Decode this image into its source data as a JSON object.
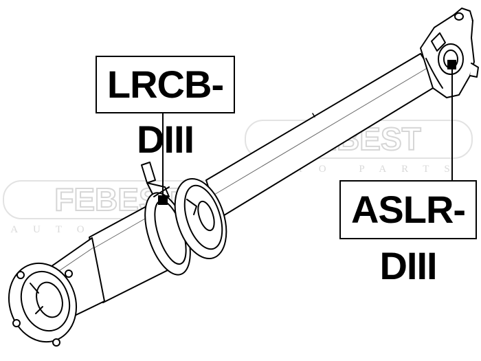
{
  "watermarks": [
    {
      "brand": "FEBEST",
      "subtitle": "AUTO PARTS"
    },
    {
      "brand": "FEBEST",
      "subtitle": "AUTO PARTS"
    }
  ],
  "callouts": {
    "center_bearing": {
      "label": "LRCB-DIII"
    },
    "flex_joint": {
      "label": "ASLR-DIII"
    }
  },
  "colors": {
    "line": "#000000",
    "watermark": "#d6d6d6",
    "background": "#ffffff"
  }
}
